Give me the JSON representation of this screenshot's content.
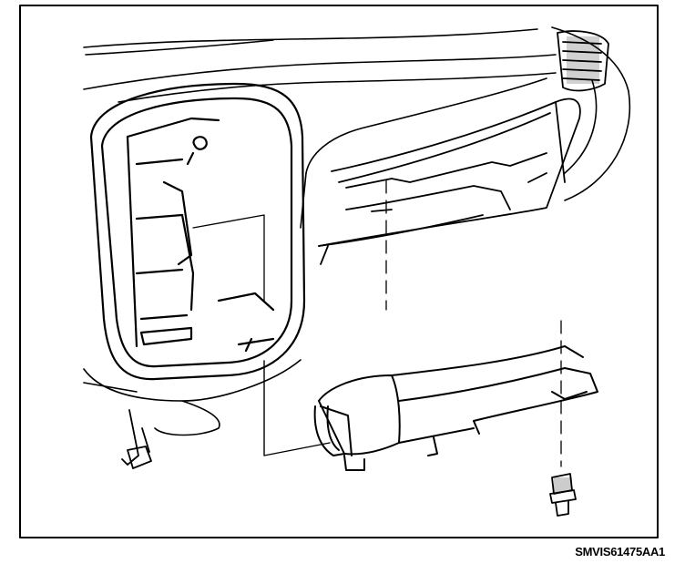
{
  "figure": {
    "code": "SMVIS61475AA1"
  },
  "parts": [
    {
      "name": "instrument-panel"
    },
    {
      "name": "cluster-opening"
    },
    {
      "name": "upper-air-vent"
    },
    {
      "name": "lower-trim-panel"
    },
    {
      "name": "side-air-duct"
    },
    {
      "name": "retaining-clip"
    }
  ],
  "colors": {
    "line": "#000000",
    "background": "#ffffff"
  }
}
